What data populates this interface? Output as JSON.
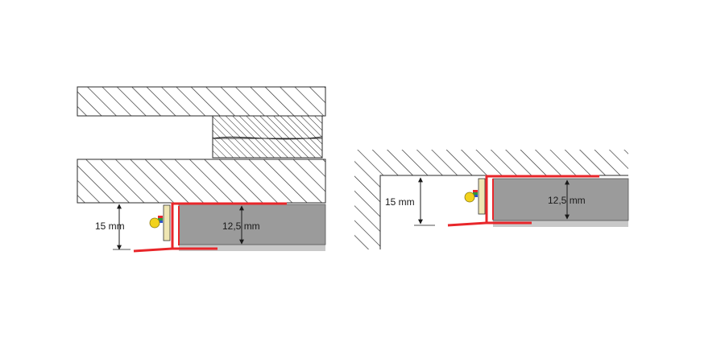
{
  "left_detail": {
    "label_gap": "15 mm",
    "label_board": "12,5 mm"
  },
  "right_detail": {
    "label_gap": "15 mm",
    "label_board": "12,5 mm"
  },
  "colors": {
    "profile_red": "#e8262a",
    "board_fill": "#9b9b9b",
    "board_shadow": "#c8c8c8",
    "hatch_line": "#2a2a2a",
    "led_yellow": "#f2d21c",
    "strip_cream": "#efe6b3"
  }
}
